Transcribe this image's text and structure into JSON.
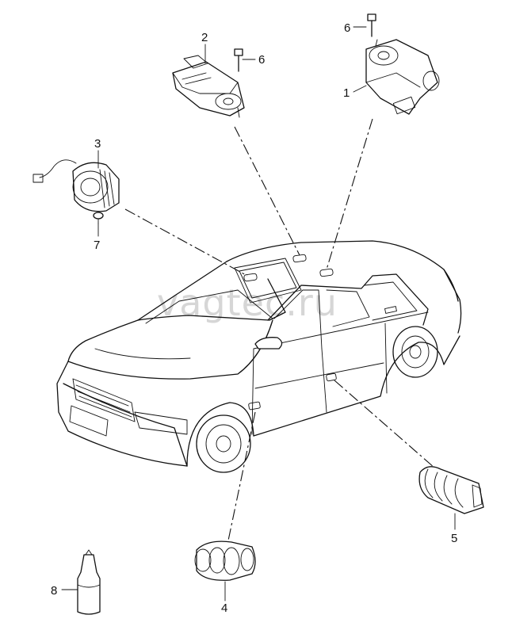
{
  "watermark": "vagtec.ru",
  "callouts": [
    {
      "id": "label-1",
      "text": "1"
    },
    {
      "id": "label-2",
      "text": "2"
    },
    {
      "id": "label-3",
      "text": "3"
    },
    {
      "id": "label-4",
      "text": "4"
    },
    {
      "id": "label-5",
      "text": "5"
    },
    {
      "id": "label-6a",
      "text": "6"
    },
    {
      "id": "label-6b",
      "text": "6"
    },
    {
      "id": "label-7",
      "text": "7"
    },
    {
      "id": "label-8",
      "text": "8"
    }
  ]
}
